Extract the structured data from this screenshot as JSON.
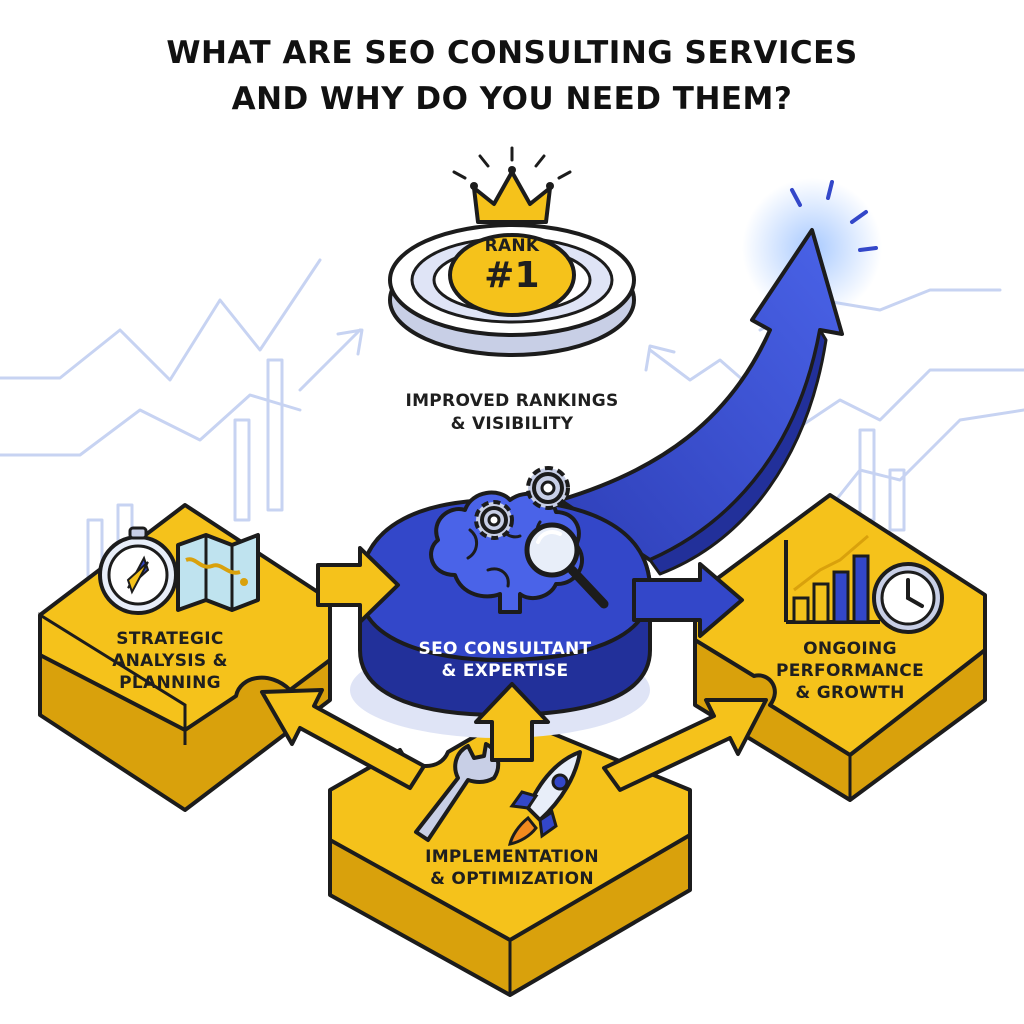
{
  "title": {
    "line1": "WHAT ARE SEO CONSULTING SERVICES",
    "line2": "AND WHY DO YOU NEED THEM?"
  },
  "rank_badge": {
    "label": "RANK",
    "number": "#1"
  },
  "goal_caption": {
    "line1": "IMPROVED RANKINGS",
    "line2": "& VISIBILITY"
  },
  "pieces": {
    "strategy": {
      "line1": "STRATEGIC",
      "line2": "ANALYSIS &",
      "line3": "PLANNING",
      "icons": [
        "compass-icon",
        "map-icon"
      ]
    },
    "consultant": {
      "line1": "SEO CONSULTANT",
      "line2": "& EXPERTISE",
      "icons": [
        "brain-icon",
        "gear-icon",
        "magnifier-icon"
      ]
    },
    "implementation": {
      "line1": "IMPLEMENTATION",
      "line2": "& OPTIMIZATION",
      "icons": [
        "wrench-icon",
        "rocket-icon"
      ]
    },
    "growth": {
      "line1": "ONGOING",
      "line2": "PERFORMANCE",
      "line3": "& GROWTH",
      "icons": [
        "bar-chart-icon",
        "clock-icon"
      ]
    }
  },
  "colors": {
    "gold": "#f5c21b",
    "gold_dark": "#d9a10c",
    "blue": "#3347c9",
    "blue_dark": "#22309a",
    "outline": "#1c1c1c",
    "background_lines": "#c7d3f2"
  }
}
